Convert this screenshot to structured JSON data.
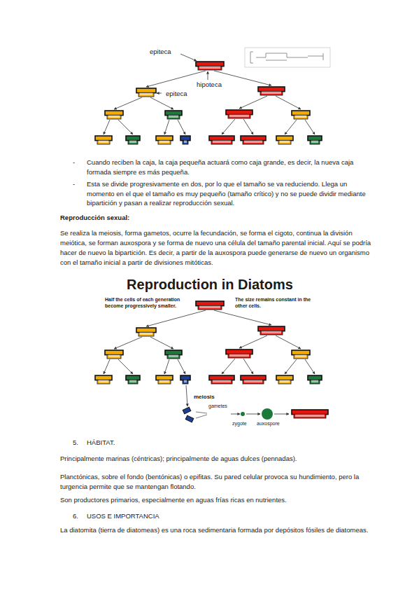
{
  "diagram": {
    "labels": [
      "epiteca",
      "hipoteca",
      "epiteca",
      "-",
      "Cuando reciben la caja, la caja pequeña actuará como caja grande, es decir, la nueva caja formada siempre es más pequeña.",
      "-",
      "Esta se divide progresivamente en dos, por lo que el tamaño se va reduciendo. Llega un momento en el que el tamaño es muy pequeño (tamaño crítico) y no se puede dividir mediante bipartición y pasan a realizar reproducción sexual.",
      "Reproducción sexual:",
      "Se realiza la meiosis, forma gametos, ocurre la fecundación, se forma el cigoto, continua la división meiótica, se forman auxospora y se forma de nuevo una célula del tamaño parental inicial. Aquí se podría hacer de nuevo la bipartición. Es decir, a partir de la auxospora puede generarse de nuevo un organismo con el tamaño inicial a partir de divisiones mitóticas.",
      "Reproduction in Diatoms",
      "Half the cells of each generation become progressively smaller.",
      "The size remains constant in the other cells.",
      "meiosis",
      "gametes",
      "zygote",
      "auxospore",
      "5.",
      "HÁBITAT.",
      "Principalmente marinas (céntricas); principalmente de aguas dulces (pennadas).",
      "Planctónicas, sobre el fondo (bentónicas) o epifitas. Su pared celular provoca su hundimiento, pero la turgencia permite que se mantengan flotando.",
      "Son productores primarios, especialmente en aguas frías ricas en nutrientes.",
      "6.",
      "USOS E IMPORTANCIA",
      "La diatomita (tierra de diatomeas) es una roca sedimentaria formada por depósitos fósiles de diatomeas."
    ]
  }
}
